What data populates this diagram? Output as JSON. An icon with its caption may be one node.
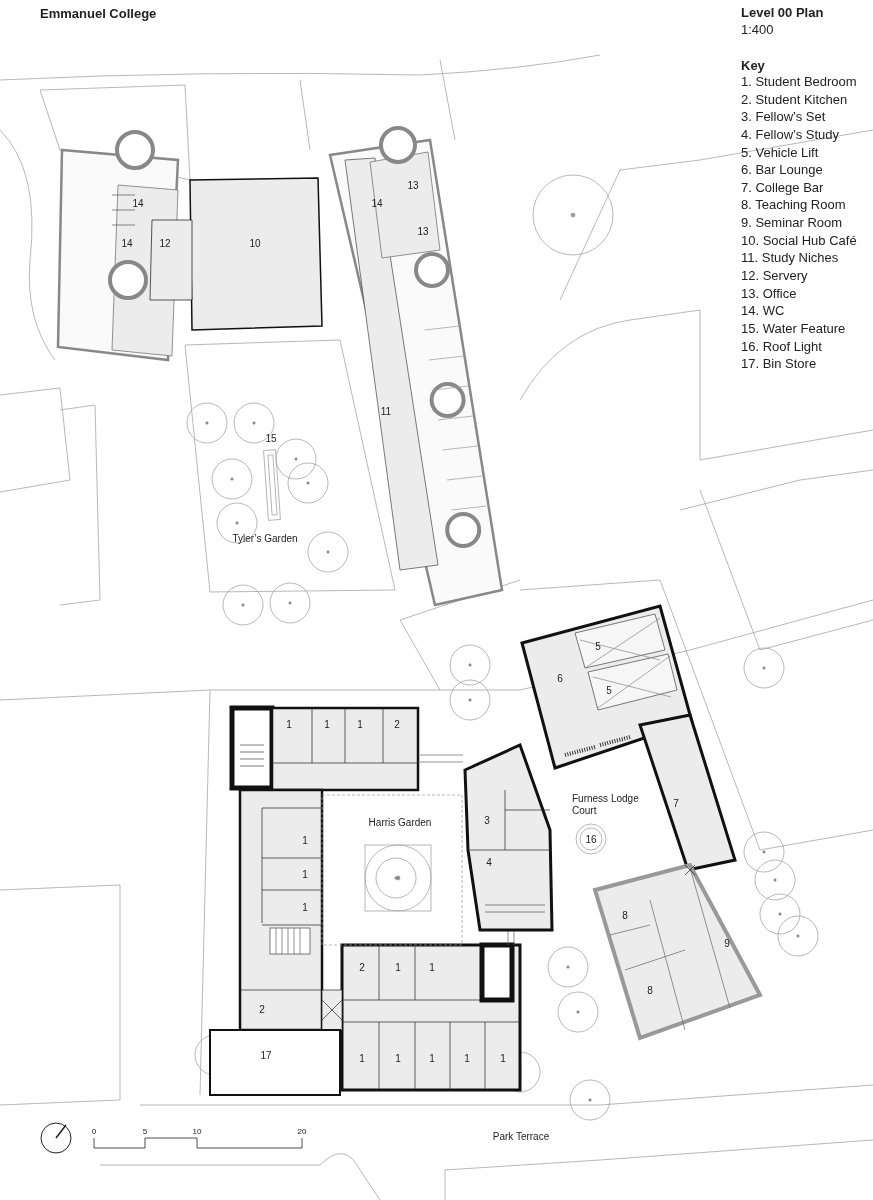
{
  "diagram": {
    "title": "Emmanuel College",
    "labels": [
      "Level 00 Plan",
      "1:400",
      "Key",
      "1. Student Bedroom",
      "2. Student Kitchen",
      "3. Fellow’s Set",
      "4. Fellow’s Study",
      "5. Vehicle Lift",
      "6. Bar Lounge",
      "7. College Bar",
      "8. Teaching Room",
      "9. Seminar Room",
      "10. Social Hub Café",
      "11. Study Niches",
      "12. Servery",
      "13. Office",
      "14. WC",
      "15. Water Feature",
      "16. Roof Light",
      "17. Bin Store",
      "14",
      "13",
      "14",
      "14",
      "12",
      "10",
      "13",
      "11",
      "15",
      "Tyler’s Garden",
      "6",
      "5",
      "5",
      "1",
      "1",
      "1",
      "2",
      "Furness Lodge Court",
      "7",
      "Harris Garden",
      "3",
      "1",
      "16",
      "4",
      "1",
      "1",
      "8",
      "9",
      "2",
      "1",
      "1",
      "8",
      "2",
      "17",
      "1",
      "1",
      "1",
      "1",
      "1",
      "0",
      "5",
      "10",
      "20",
      "Park Terrace"
    ]
  }
}
